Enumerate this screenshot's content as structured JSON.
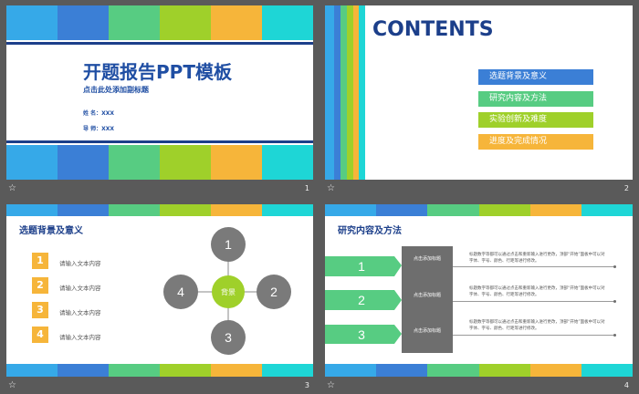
{
  "colors": {
    "blue_light": "#36a9e8",
    "blue_dark": "#3b7fd6",
    "green": "#57cc82",
    "lime": "#9fd02a",
    "yellow": "#f6b53a",
    "cyan": "#1ed6d6",
    "navy": "#1c3f8a",
    "gray": "#6e6e6e",
    "background": "#5a5a5a"
  },
  "slide1": {
    "title": "开题报告PPT模板",
    "subtitle": "点击此处添加副标题",
    "name_line": "姓  名：XXX",
    "mentor_line": "导  师：XXX",
    "page_number": "1"
  },
  "slide2": {
    "heading": "CONTENTS",
    "toc": [
      "选题背景及意义",
      "研究内容及方法",
      "实验创新及难度",
      "进度及完成情况"
    ],
    "page_number": "2"
  },
  "slide3": {
    "title": "选题背景及意义",
    "items": [
      {
        "num": "1",
        "text": "请输入文本内容"
      },
      {
        "num": "2",
        "text": "请输入文本内容"
      },
      {
        "num": "3",
        "text": "请输入文本内容"
      },
      {
        "num": "4",
        "text": "请输入文本内容"
      }
    ],
    "center_label": "背景",
    "circles": [
      "1",
      "2",
      "3",
      "4"
    ],
    "page_number": "3"
  },
  "slide4": {
    "title": "研究内容及方法",
    "rows": [
      {
        "num": "1",
        "label": "点击添加标题",
        "text": "标题数字等都可以通过点击和重新输入进行更改，顶部“开始”面板中可以对字体、字号、颜色、行距等进行修改。"
      },
      {
        "num": "2",
        "label": "点击添加标题",
        "text": "标题数字等都可以通过点击和重新输入进行更改，顶部“开始”面板中可以对字体、字号、颜色、行距等进行修改。"
      },
      {
        "num": "3",
        "label": "点击添加标题",
        "text": "标题数字等都可以通过点击和重新输入进行更改，顶部“开始”面板中可以对字体、字号、颜色、行距等进行修改。"
      }
    ],
    "page_number": "4"
  },
  "footer_icon": "slide-star-icon"
}
